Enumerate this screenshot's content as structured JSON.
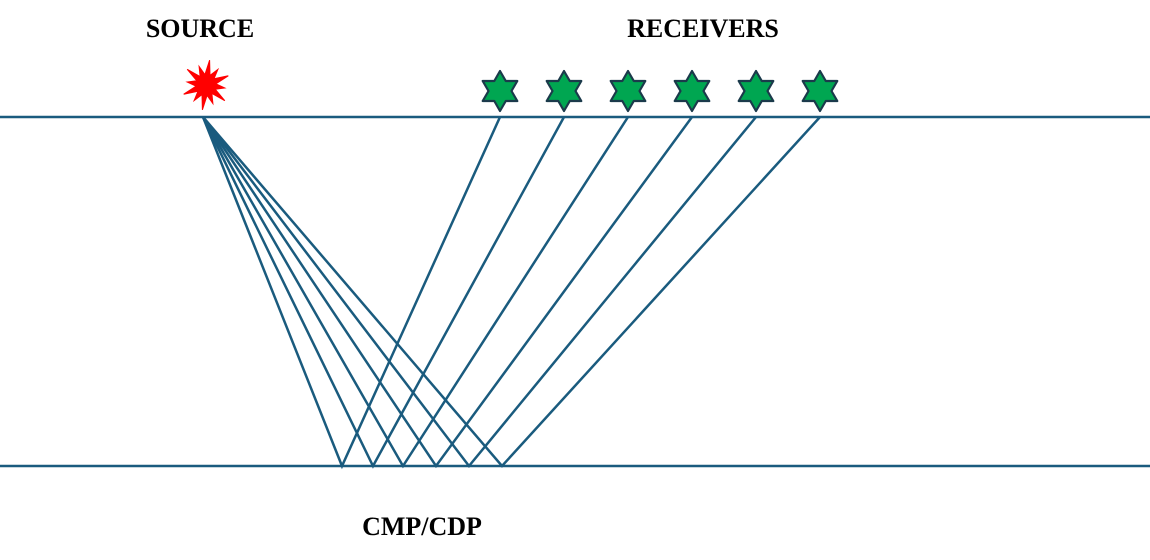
{
  "labels": {
    "source": "SOURCE",
    "receivers": "RECEIVERS",
    "cmp": "CMP/CDP"
  },
  "receiver_count": 6,
  "ray_count": 6,
  "colors": {
    "line": "#1a5b7e",
    "source_fill": "#ff0000",
    "receiver_fill": "#00a651",
    "receiver_stroke": "#1b3a4b",
    "text": "#000000"
  },
  "icons": {
    "source": "explosion-icon",
    "receiver": "receiver-star-icon"
  }
}
